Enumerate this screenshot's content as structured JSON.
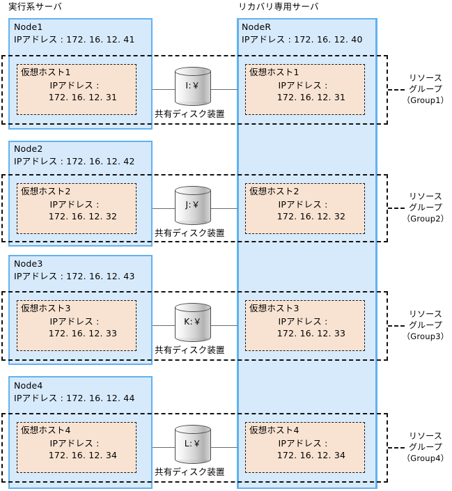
{
  "headers": {
    "left": "実行系サーバ",
    "right": "リカバリ専用サーバ"
  },
  "recovery_node": {
    "name": "NodeR",
    "ip_label": "IPアドレス : 172. 16. 12. 40"
  },
  "rows": [
    {
      "node": {
        "name": "Node1",
        "ip_label": "IPアドレス : 172. 16. 12. 41"
      },
      "vhost_left": {
        "name": "仮想ホスト1",
        "ip_line1": "IPアドレス :",
        "ip_line2": "172. 16. 12. 31"
      },
      "vhost_right": {
        "name": "仮想ホスト1",
        "ip_line1": "IPアドレス :",
        "ip_line2": "172. 16. 12. 31"
      },
      "disk": {
        "drive": "I:￥",
        "caption": "共有ディスク装置"
      },
      "group": {
        "line1": "リソース",
        "line2": "グループ",
        "line3": "（Group1）"
      }
    },
    {
      "node": {
        "name": "Node2",
        "ip_label": "IPアドレス : 172. 16. 12. 42"
      },
      "vhost_left": {
        "name": "仮想ホスト2",
        "ip_line1": "IPアドレス :",
        "ip_line2": "172. 16. 12. 32"
      },
      "vhost_right": {
        "name": "仮想ホスト2",
        "ip_line1": "IPアドレス :",
        "ip_line2": "172. 16. 12. 32"
      },
      "disk": {
        "drive": "J:￥",
        "caption": "共有ディスク装置"
      },
      "group": {
        "line1": "リソース",
        "line2": "グループ",
        "line3": "（Group2）"
      }
    },
    {
      "node": {
        "name": "Node3",
        "ip_label": "IPアドレス : 172. 16. 12. 43"
      },
      "vhost_left": {
        "name": "仮想ホスト3",
        "ip_line1": "IPアドレス :",
        "ip_line2": "172. 16. 12. 33"
      },
      "vhost_right": {
        "name": "仮想ホスト3",
        "ip_line1": "IPアドレス :",
        "ip_line2": "172. 16. 12. 33"
      },
      "disk": {
        "drive": "K:￥",
        "caption": "共有ディスク装置"
      },
      "group": {
        "line1": "リソース",
        "line2": "グループ",
        "line3": "（Group3）"
      }
    },
    {
      "node": {
        "name": "Node4",
        "ip_label": "IPアドレス : 172. 16. 12. 44"
      },
      "vhost_left": {
        "name": "仮想ホスト4",
        "ip_line1": "IPアドレス :",
        "ip_line2": "172. 16. 12. 34"
      },
      "vhost_right": {
        "name": "仮想ホスト4",
        "ip_line1": "IPアドレス :",
        "ip_line2": "172. 16. 12. 34"
      },
      "disk": {
        "drive": "L:￥",
        "caption": "共有ディスク装置"
      },
      "group": {
        "line1": "リソース",
        "line2": "グループ",
        "line3": "（Group4）"
      }
    }
  ],
  "colors": {
    "node_fill": "#d7eafb",
    "node_border": "#62b1ef",
    "vhost_fill": "#f8e3d2",
    "dash": "#111111",
    "wire": "#6a6a6a"
  }
}
